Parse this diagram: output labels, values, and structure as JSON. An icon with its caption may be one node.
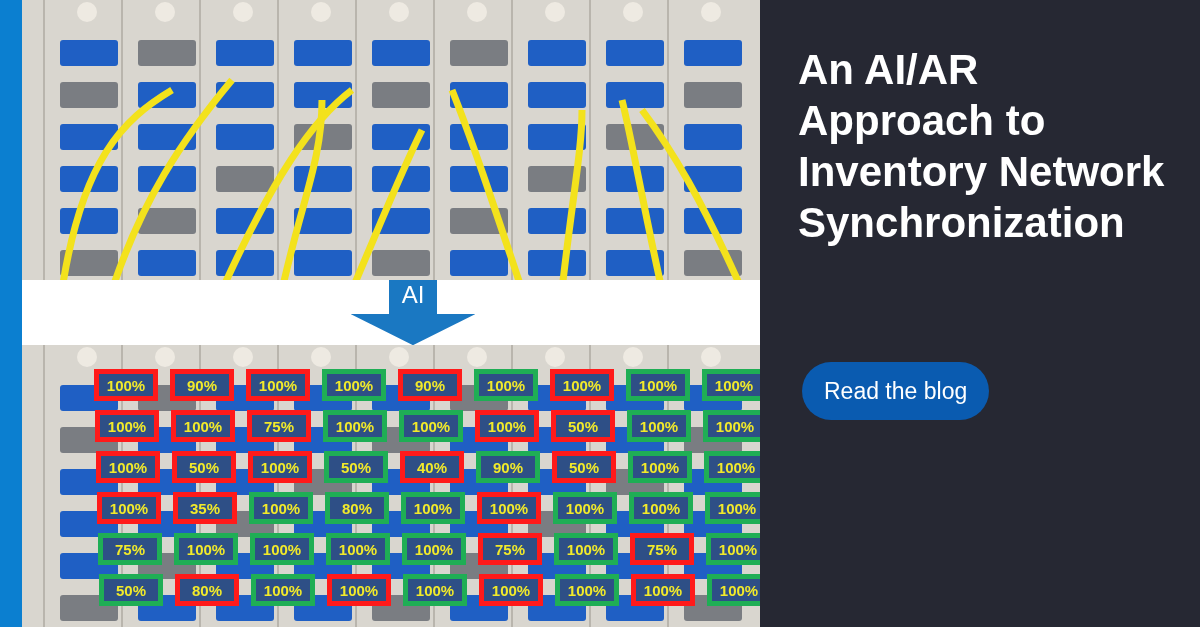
{
  "diagram": {
    "title": "An AI/AR Approach to Inventory Network Synchronization",
    "nodes": [
      {
        "text": [],
        "shape": "picture"
      },
      {
        "text": [],
        "shape": "picture"
      },
      {
        "text": [
          "100%"
        ],
        "in": 1
      },
      {
        "text": [
          "90%"
        ],
        "in": 1
      },
      {
        "text": [
          "100%"
        ],
        "in": 1
      },
      {
        "text": [
          "100%"
        ],
        "in": 1
      },
      {
        "text": [
          "90%"
        ],
        "in": 1
      },
      {
        "text": [
          "100%"
        ],
        "in": 1
      },
      {
        "text": [
          "100%"
        ],
        "in": 1
      },
      {
        "text": [
          "100%"
        ],
        "in": 1
      },
      {
        "text": [
          "100%"
        ],
        "in": 1
      },
      {
        "text": [
          "100%"
        ],
        "in": 1
      },
      {
        "text": [
          "100%"
        ],
        "in": 1
      },
      {
        "text": [
          "75%"
        ],
        "in": 1
      },
      {
        "text": [
          "100%"
        ],
        "in": 1
      },
      {
        "text": [
          "100%"
        ],
        "in": 1
      },
      {
        "text": [
          "100%"
        ],
        "in": 1
      },
      {
        "text": [
          "50%"
        ],
        "in": 1
      },
      {
        "text": [
          "100%"
        ],
        "in": 1
      },
      {
        "text": [
          "100%"
        ],
        "in": 1
      },
      {
        "text": [
          "100%"
        ],
        "in": 1
      },
      {
        "text": [
          "50%"
        ],
        "in": 1
      },
      {
        "text": [
          "100%"
        ],
        "in": 1
      },
      {
        "text": [
          "50%"
        ],
        "in": 1
      },
      {
        "text": [
          "40%"
        ],
        "in": 1
      },
      {
        "text": [
          "90%"
        ],
        "in": 1
      },
      {
        "text": [
          "50%"
        ],
        "in": 1
      },
      {
        "text": [
          "100%"
        ],
        "in": 1
      },
      {
        "text": [
          "100%"
        ],
        "in": 1
      },
      {
        "text": [
          "100%"
        ],
        "in": 1
      },
      {
        "text": [
          "35%"
        ],
        "in": 1
      },
      {
        "text": [
          "100%"
        ],
        "in": 1
      },
      {
        "text": [
          "80%"
        ],
        "in": 1
      },
      {
        "text": [
          "100%"
        ],
        "in": 1
      },
      {
        "text": [
          "100%"
        ],
        "in": 1
      },
      {
        "text": [
          "100%"
        ],
        "in": 1
      },
      {
        "text": [
          "100%"
        ],
        "in": 1
      },
      {
        "text": [
          "100%"
        ],
        "in": 1
      },
      {
        "text": [
          "75%"
        ],
        "in": 1
      },
      {
        "text": [
          "100%"
        ],
        "in": 1
      },
      {
        "text": [
          "100%"
        ],
        "in": 1
      },
      {
        "text": [
          "100%"
        ],
        "in": 1
      },
      {
        "text": [
          "100%"
        ],
        "in": 1
      },
      {
        "text": [
          "75%"
        ],
        "in": 1
      },
      {
        "text": [
          "100%"
        ],
        "in": 1
      },
      {
        "text": [
          "75%"
        ],
        "in": 1
      },
      {
        "text": [
          "100%"
        ],
        "in": 1
      },
      {
        "text": [
          "50%"
        ],
        "in": 1
      },
      {
        "text": [
          "80%"
        ],
        "in": 1
      },
      {
        "text": [
          "100%"
        ],
        "in": 1
      },
      {
        "text": [
          "100%"
        ],
        "in": 1
      },
      {
        "text": [
          "100%"
        ],
        "in": 1
      },
      {
        "text": [
          "100%"
        ],
        "in": 1
      },
      {
        "text": [
          "100%"
        ],
        "in": 1
      },
      {
        "text": [
          "100%"
        ],
        "in": 1
      },
      {
        "text": [
          "100%"
        ],
        "in": 1
      }
    ],
    "edges": [
      {
        "from": 0,
        "to": 1,
        "arrow": "to",
        "label": "AI"
      }
    ],
    "labels": [
      "Read the blog"
    ]
  }
}
